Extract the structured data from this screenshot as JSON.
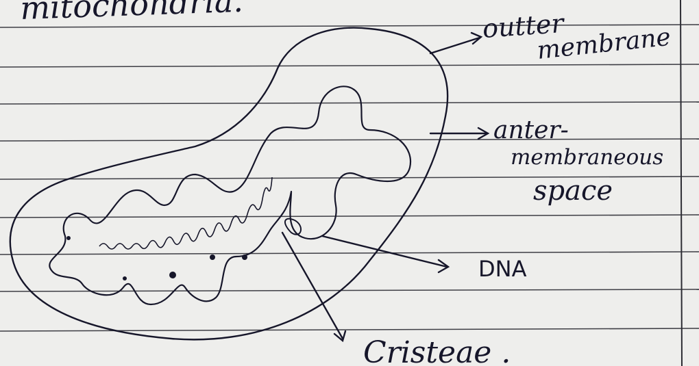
{
  "title": "mitochondria.",
  "labels": {
    "outer_membrane": [
      "outter",
      "membrane"
    ],
    "intermembrane_space": [
      "anter-",
      "membraneous",
      "space"
    ],
    "dna": "DNA",
    "cristae": "Cristeae ."
  },
  "colors": {
    "paper": "#eeeeec",
    "rule_line": "#3d3d44",
    "ink": "#16162a"
  }
}
